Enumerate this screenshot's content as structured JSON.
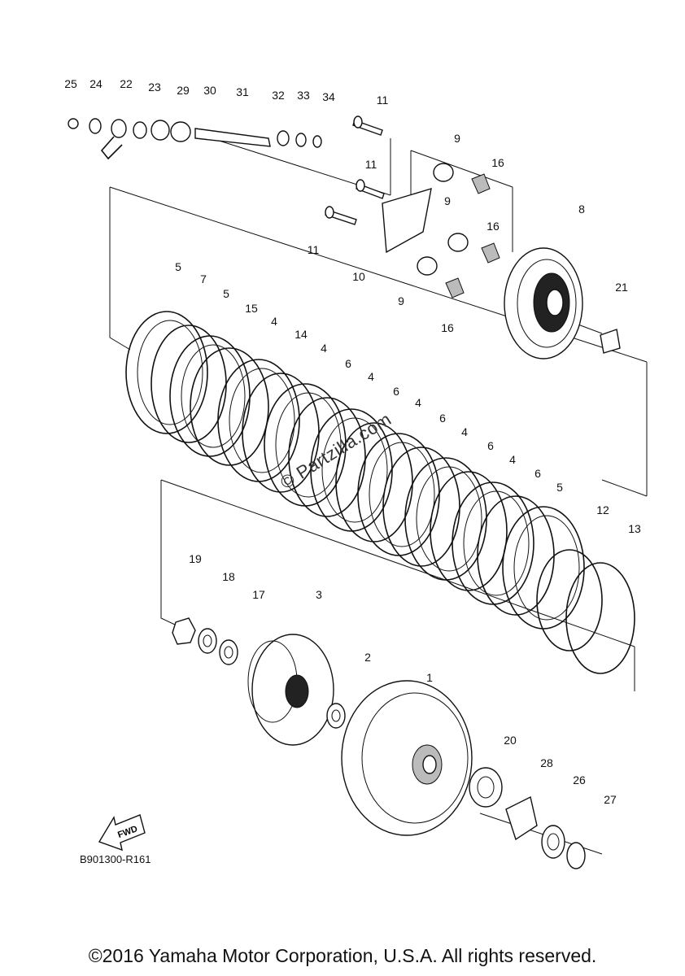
{
  "diagram": {
    "reference_code": "B901300-R161",
    "copyright": "©2016 Yamaha Motor Corporation, U.S.A. All rights reserved.",
    "watermark": "© Partzilla.com",
    "fwd_label": "FWD",
    "callouts": [
      "25",
      "24",
      "22",
      "23",
      "29",
      "30",
      "31",
      "32",
      "33",
      "34",
      "11",
      "11",
      "11",
      "9",
      "9",
      "9",
      "16",
      "16",
      "16",
      "10",
      "8",
      "21",
      "5",
      "7",
      "5",
      "15",
      "4",
      "14",
      "4",
      "6",
      "4",
      "6",
      "4",
      "6",
      "4",
      "6",
      "4",
      "6",
      "5",
      "12",
      "13",
      "19",
      "18",
      "17",
      "3",
      "2",
      "1",
      "20",
      "28",
      "26",
      "27"
    ]
  }
}
